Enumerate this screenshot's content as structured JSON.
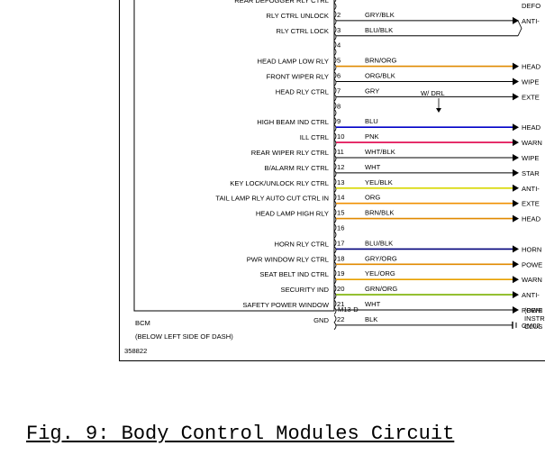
{
  "caption": "Fig. 9: Body Control Modules Circuit",
  "module": {
    "name": "BCM",
    "location": "(BELOW LEFT SIDE OF DASH)",
    "figure_id": "358822",
    "connector": "M13-D",
    "note_drl": "W/ DRL"
  },
  "pins": [
    {
      "num": "",
      "label": "REAR DEFOGGER RLY CTRL",
      "wire": "",
      "color": "#000000",
      "dest": "DEFO"
    },
    {
      "num": "2",
      "label": "RLY CTRL UNLOCK",
      "wire": "GRY/BLK",
      "color": "#000000",
      "dest": "ANTI-"
    },
    {
      "num": "3",
      "label": "RLY CTRL LOCK",
      "wire": "BLU/BLK",
      "color": "#000000",
      "dest": ""
    },
    {
      "num": "4",
      "label": "",
      "wire": "",
      "color": "",
      "dest": ""
    },
    {
      "num": "5",
      "label": "HEAD LAMP LOW RLY",
      "wire": "BRN/ORG",
      "color": "#e08a00",
      "dest": "HEAD"
    },
    {
      "num": "6",
      "label": "FRONT WIPER RLY",
      "wire": "ORG/BLK",
      "color": "#000000",
      "dest": "WIPE"
    },
    {
      "num": "7",
      "label": "HEAD RLY CTRL",
      "wire": "GRY",
      "color": "#000000",
      "dest": "EXTE"
    },
    {
      "num": "8",
      "label": "",
      "wire": "",
      "color": "",
      "dest": ""
    },
    {
      "num": "9",
      "label": "HIGH BEAM IND CTRL",
      "wire": "BLU",
      "color": "#0000c8",
      "dest": "HEAD"
    },
    {
      "num": "10",
      "label": "ILL CTRL",
      "wire": "PNK",
      "color": "#e0004a",
      "dest": "WARN"
    },
    {
      "num": "11",
      "label": "REAR WIPER RLY CTRL",
      "wire": "WHT/BLK",
      "color": "#000000",
      "dest": "WIPE"
    },
    {
      "num": "12",
      "label": "B/ALARM RLY CTRL",
      "wire": "WHT",
      "color": "#000000",
      "dest": "STAR"
    },
    {
      "num": "13",
      "label": "KEY LOCK/UNLOCK RLY CTRL",
      "wire": "YEL/BLK",
      "color": "#d8d800",
      "dest": "ANTI-"
    },
    {
      "num": "14",
      "label": "TAIL LAMP RLY AUTO CUT CTRL IN",
      "wire": "ORG",
      "color": "#f09000",
      "dest": "EXTE"
    },
    {
      "num": "15",
      "label": "HEAD LAMP HIGH RLY",
      "wire": "BRN/BLK",
      "color": "#e08a00",
      "dest": "HEAD"
    },
    {
      "num": "16",
      "label": "",
      "wire": "",
      "color": "",
      "dest": ""
    },
    {
      "num": "17",
      "label": "HORN RLY CTRL",
      "wire": "BLU/BLK",
      "color": "#00007a",
      "dest": "HORN"
    },
    {
      "num": "18",
      "label": "PWR WINDOW RLY CTRL",
      "wire": "GRY/ORG",
      "color": "#e08a00",
      "dest": "POWE"
    },
    {
      "num": "19",
      "label": "SEAT BELT IND CTRL",
      "wire": "YEL/ORG",
      "color": "#e8a000",
      "dest": "WARN"
    },
    {
      "num": "20",
      "label": "SECURITY IND",
      "wire": "GRN/ORG",
      "color": "#7ab000",
      "dest": "ANTI-"
    },
    {
      "num": "21",
      "label": "SAFETY POWER WINDOW",
      "wire": "WHT",
      "color": "#000000",
      "dest": "POWE"
    },
    {
      "num": "22",
      "label": "GND",
      "wire": "BLK",
      "color": "#000000",
      "dest": "GM02"
    }
  ],
  "ground_notes": [
    "(BEHI",
    "INSTR",
    "CLUS"
  ]
}
